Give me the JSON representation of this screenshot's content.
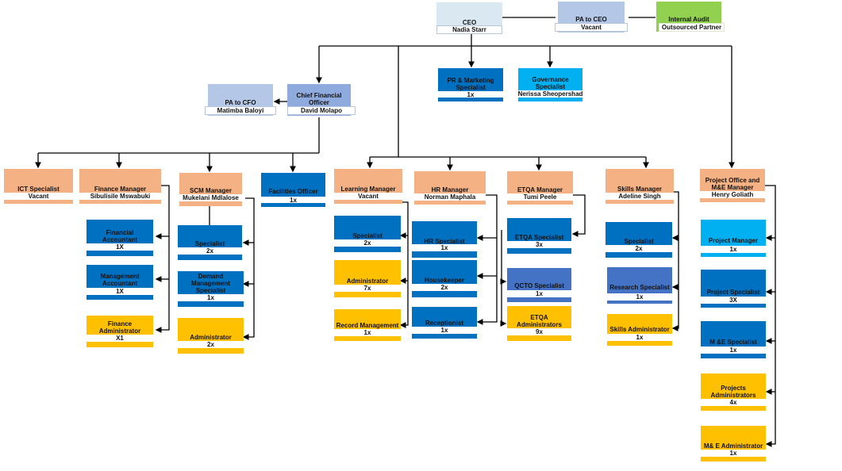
{
  "colors": {
    "line": "#000000",
    "peach": "#f4b183",
    "blue": "#0070c0",
    "mid_blue": "#4472c4",
    "light_blue": "#00b0f0",
    "gold": "#ffc000",
    "green": "#92d050",
    "ceo_fill": "#dae9f1",
    "pa_fill": "#b4c7e7",
    "cfo_fill": "#8faadc"
  },
  "top": {
    "ceo": {
      "title": "CEO",
      "name": "Nadia Starr"
    },
    "pa_ceo": {
      "title": "PA to CEO",
      "name": "Vacant"
    },
    "audit": {
      "title": "Internal Audit",
      "name": "Outsourced Partner"
    },
    "pr": {
      "title": "PR & Marketing Specialist",
      "count": "1x"
    },
    "gov": {
      "title": "Governance Specialist",
      "name": "Nerissa Sheopershad"
    },
    "pa_cfo": {
      "title": "PA to CFO",
      "name": "Matimba Baloyi"
    },
    "cfo": {
      "title": "Chief Financial Officer",
      "name": "David Molapo"
    }
  },
  "managers": {
    "ict": {
      "title": "ICT Specialist",
      "name": "Vacant"
    },
    "finance": {
      "title": "Finance Manager",
      "name": "Sibulisile Mswabuki"
    },
    "scm": {
      "title": "SCM Manager",
      "name": "Mukelani Mdlalose"
    },
    "facilities": {
      "title": "Facilities Officer",
      "count": "1x"
    },
    "learning": {
      "title": "Learning Manager",
      "name": "Vacant"
    },
    "hr": {
      "title": "HR Manager",
      "name": "Norman Maphala"
    },
    "etqa": {
      "title": "ETQA Manager",
      "name": "Tumi Peele"
    },
    "skills": {
      "title": "Skills Manager",
      "name": "Adeline Singh"
    },
    "project": {
      "title": "Project Office and M&E Manager",
      "name": "Henry Goliath"
    }
  },
  "roles": {
    "fin_acc": {
      "title": "Financial Accountant",
      "count": "1X"
    },
    "mgmt_acc": {
      "title": "Management Accountant",
      "count": "1X"
    },
    "fin_admin": {
      "title": "Finance Administrator",
      "count": "X1"
    },
    "scm_spec": {
      "title": "Specialist",
      "count": "2x"
    },
    "demand": {
      "title": "Demand Management Specialist",
      "count": "1x"
    },
    "scm_admin": {
      "title": "Administrator",
      "count": "2x"
    },
    "learn_spec": {
      "title": "Specialist",
      "count": "2x"
    },
    "learn_admin": {
      "title": "Administrator",
      "count": "7x"
    },
    "record": {
      "title": "Record Management",
      "count": "1x"
    },
    "hr_spec": {
      "title": "HR Specialist",
      "count": "1x"
    },
    "housekeeper": {
      "title": "Housekeeper",
      "count": "2x"
    },
    "receptionist": {
      "title": "Receptionist",
      "count": "1x"
    },
    "etqa_spec": {
      "title": "ETQA Specialist",
      "count": "3x"
    },
    "qcto": {
      "title": "QCTO Specialist",
      "count": "1x"
    },
    "etqa_admin": {
      "title": "ETQA Administrators",
      "count": "9x"
    },
    "skills_spec": {
      "title": "Specialist",
      "count": "2x"
    },
    "research": {
      "title": "Research Specialist",
      "count": "1x"
    },
    "skills_admin": {
      "title": "Skills Administrator",
      "count": "1x"
    },
    "pm": {
      "title": "Project Manager",
      "count": "1x"
    },
    "ps": {
      "title": "Project Specialist",
      "count": "3X"
    },
    "me_spec": {
      "title": "M &E Specialist",
      "count": "1x"
    },
    "proj_admin": {
      "title": "Projects Administrators",
      "count": "4x"
    },
    "me_admin": {
      "title": "M& E Administrator",
      "count": "1x"
    }
  }
}
